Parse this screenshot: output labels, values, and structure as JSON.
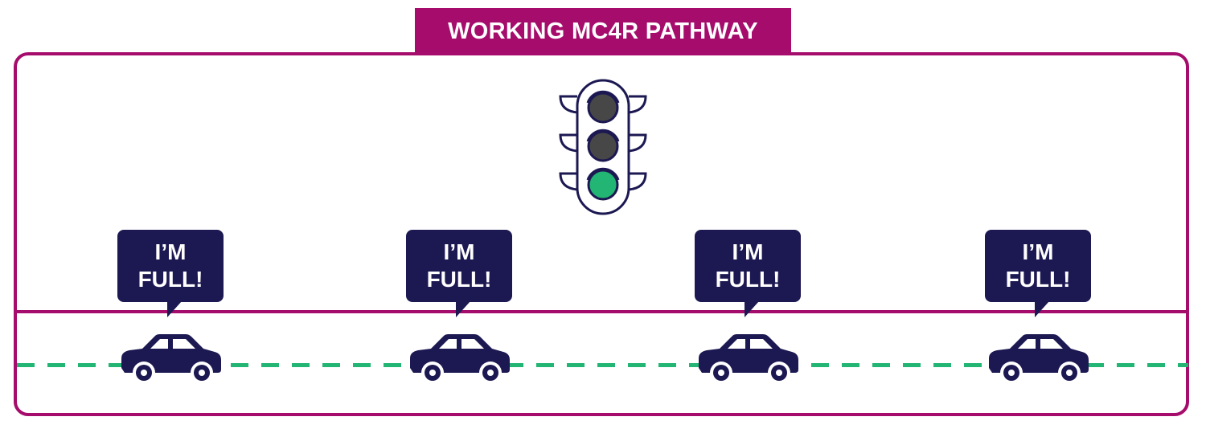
{
  "title": "WORKING MC4R PATHWAY",
  "traffic_light": {
    "lamps": [
      "off",
      "off",
      "green"
    ],
    "colors": {
      "off": "#474747",
      "green": "#22b573",
      "housing": "#1c1852"
    }
  },
  "cars": [
    {
      "bubble_line1": "I’M",
      "bubble_line2": "FULL!"
    },
    {
      "bubble_line1": "I’M",
      "bubble_line2": "FULL!"
    },
    {
      "bubble_line1": "I’M",
      "bubble_line2": "FULL!"
    },
    {
      "bubble_line1": "I’M",
      "bubble_line2": "FULL!"
    }
  ],
  "colors": {
    "accent": "#a50c6b",
    "navy": "#1c1852",
    "lane": "#22b573"
  }
}
